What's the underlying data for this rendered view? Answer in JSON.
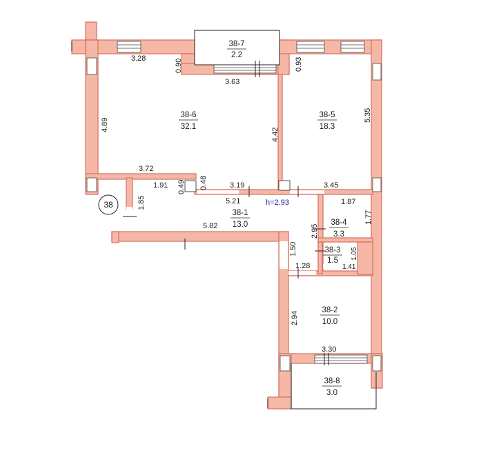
{
  "apartment": {
    "number": "38",
    "height_label": "h=2.93"
  },
  "rooms": [
    {
      "code": "38-1",
      "area": "13.0"
    },
    {
      "code": "38-2",
      "area": "10.0"
    },
    {
      "code": "38-3",
      "area": "1.5"
    },
    {
      "code": "38-4",
      "area": "3.3"
    },
    {
      "code": "38-5",
      "area": "18.3"
    },
    {
      "code": "38-6",
      "area": "32.1"
    },
    {
      "code": "38-7",
      "area": "2.2"
    },
    {
      "code": "38-8",
      "area": "3.0"
    }
  ],
  "dimensions": {
    "d328": "3.28",
    "d090": "0.90",
    "d363": "3.63",
    "d093": "0.93",
    "d489": "4.89",
    "d442": "4.42",
    "d535": "5.35",
    "d372": "3.72",
    "d191": "1.91",
    "d049": "0.49",
    "d048": "0.48",
    "d319": "3.19",
    "d345": "3.45",
    "d521": "5.21",
    "d185": "1.85",
    "d187": "1.87",
    "d177": "1.77",
    "d295": "2.95",
    "d582": "5.82",
    "d150": "1.50",
    "d105": "1.05",
    "d128": "1.28",
    "d141": "1.41",
    "d294": "2.94",
    "d330": "3.30"
  }
}
